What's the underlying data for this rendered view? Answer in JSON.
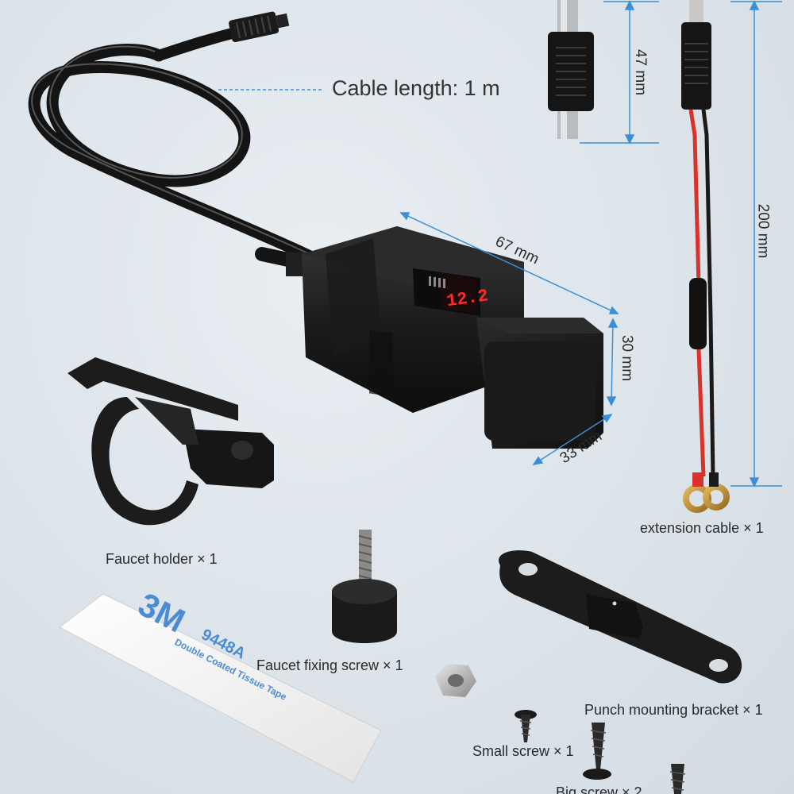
{
  "labels": {
    "cable_length": "Cable length: 1 m",
    "extension_cable": "extension cable × 1",
    "faucet_holder": "Faucet holder × 1",
    "faucet_fixing_screw": "Faucet fixing screw × 1",
    "punch_mounting_bracket": "Punch mounting bracket × 1",
    "small_screw": "Small screw × 1",
    "big_screw": "Big screw × 2"
  },
  "dimensions": {
    "connector_height": "47 mm",
    "extension_length": "200 mm",
    "device_length": "67 mm",
    "device_height": "30 mm",
    "device_width": "33 mm"
  },
  "display_reading": "12.2",
  "tape": {
    "brand": "3M",
    "model": "9448A",
    "description": "Double Coated Tissue Tape"
  },
  "colors": {
    "dimension_line": "#3a8fd6",
    "display_red": "#ff2a2a",
    "wire_red": "#d8322a",
    "body_black": "#1b1b1b",
    "tape_blue": "#4a8bd4"
  }
}
